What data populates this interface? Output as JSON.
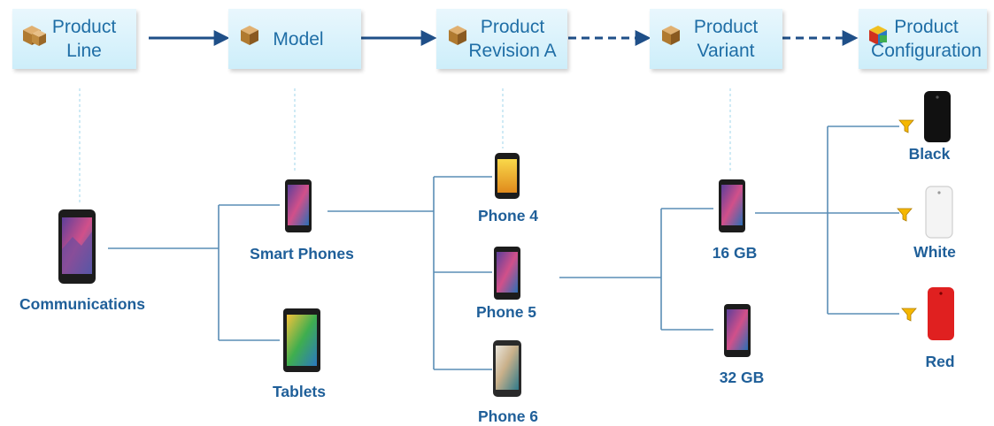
{
  "header": {
    "levels": [
      {
        "key": "product_line",
        "label": "Product\nLine",
        "icon": "package-icon"
      },
      {
        "key": "model",
        "label": "Model",
        "icon": "package-icon"
      },
      {
        "key": "product_revision",
        "label": "Product\nRevision A",
        "icon": "package-icon"
      },
      {
        "key": "product_variant",
        "label": "Product\nVariant",
        "icon": "package-icon"
      },
      {
        "key": "product_configuration",
        "label": "Product\nConfiguration",
        "icon": "configuration-icon"
      }
    ]
  },
  "nodes": {
    "communications": "Communications",
    "smart_phones": "Smart Phones",
    "tablets": "Tablets",
    "phone4": "Phone 4",
    "phone5": "Phone 5",
    "phone6": "Phone 6",
    "gb16": "16 GB",
    "gb32": "32 GB",
    "black": "Black",
    "white": "White",
    "red": "Red"
  },
  "colors": {
    "header_text": "#1f6ea6",
    "node_text": "#1f5f99",
    "connector": "#5a8db5",
    "header_arrow": "#1f4f88",
    "filter_icon": "#f5b700"
  }
}
